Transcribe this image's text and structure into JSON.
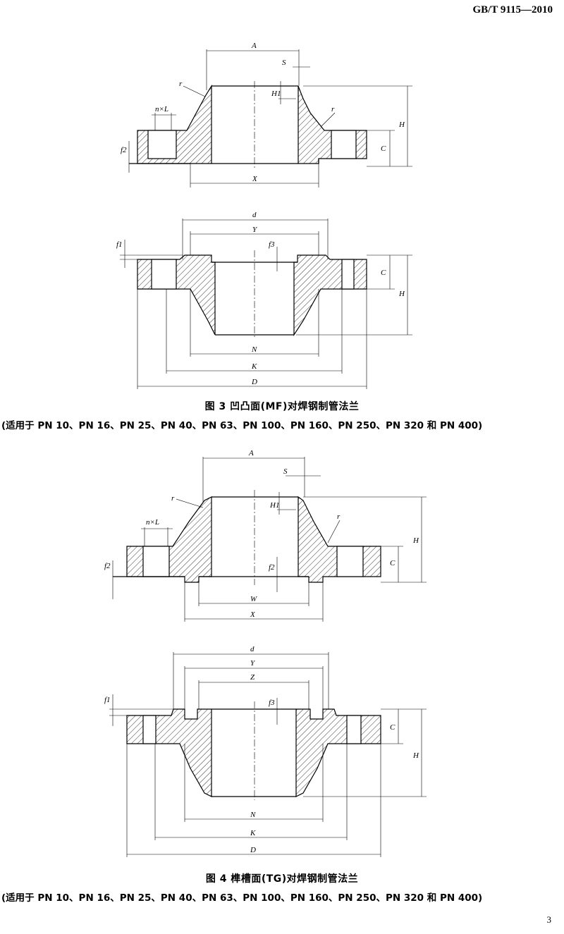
{
  "header": {
    "standard_no": "GB/T 9115—2010"
  },
  "page_number": "3",
  "figure3": {
    "caption": "图 3   凹凸面(MF)对焊钢制管法兰",
    "subcaption": "(适用于 PN 10、PN 16、PN 25、PN 40、PN 63、PN 100、PN 160、PN 250、PN 320 和 PN 400)",
    "top_labels": {
      "A": "A",
      "S": "S",
      "r1": "r",
      "r2": "r",
      "nL": "n×L",
      "H1": "H1",
      "f2": "f2",
      "C": "C",
      "H": "H",
      "X": "X"
    },
    "bottom_labels": {
      "d": "d",
      "Y": "Y",
      "f1": "f1",
      "f3": "f3",
      "C": "C",
      "H": "H",
      "N": "N",
      "K": "K",
      "D": "D"
    }
  },
  "figure4": {
    "caption": "图 4   榫槽面(TG)对焊钢制管法兰",
    "subcaption": "(适用于 PN 10、PN 16、PN 25、PN 40、PN 63、PN 100、PN 160、PN 250、PN 320 和 PN 400)",
    "top_labels": {
      "A": "A",
      "S": "S",
      "r1": "r",
      "r2": "r",
      "nL": "n×L",
      "H1": "H1",
      "f2a": "f2",
      "f2b": "f2",
      "C": "C",
      "H": "H",
      "W": "W",
      "X": "X"
    },
    "bottom_labels": {
      "d": "d",
      "Y": "Y",
      "Z": "Z",
      "f1": "f1",
      "f3": "f3",
      "C": "C",
      "H": "H",
      "N": "N",
      "K": "K",
      "D": "D"
    }
  }
}
